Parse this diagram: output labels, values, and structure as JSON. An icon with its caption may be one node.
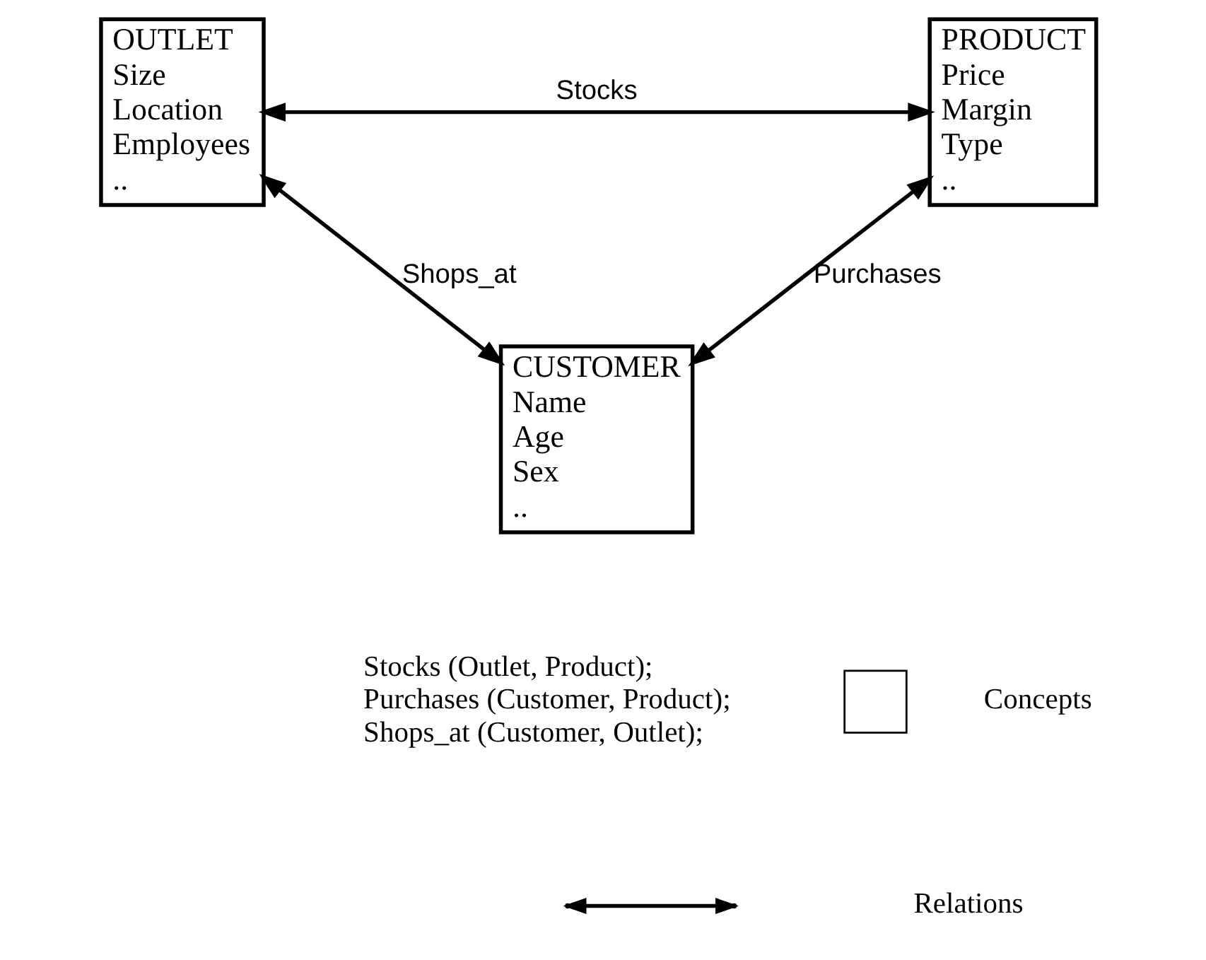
{
  "diagram": {
    "nodes": [
      {
        "text": [
          "OUTLET",
          "Size",
          "Location",
          "Employees",
          ".."
        ]
      },
      {
        "text": [
          "PRODUCT",
          "Price",
          "Margin",
          "Type",
          ".."
        ]
      },
      {
        "text": [
          "CUSTOMER",
          "Name",
          "Age",
          "Sex",
          ".."
        ]
      }
    ],
    "edges": [
      {
        "from": 0,
        "to": 1,
        "arrow": "both",
        "label": "Stocks"
      },
      {
        "from": 0,
        "to": 2,
        "arrow": "both",
        "label": "Shops_at"
      },
      {
        "from": 1,
        "to": 2,
        "arrow": "both",
        "label": "Purchases"
      }
    ],
    "labels": [
      "Stocks (Outlet, Product);",
      "Purchases (Customer, Product);",
      "Shops_at (Customer, Outlet);"
    ],
    "legend": [
      {
        "text": "Concepts"
      },
      {
        "text": "Relations"
      }
    ]
  }
}
